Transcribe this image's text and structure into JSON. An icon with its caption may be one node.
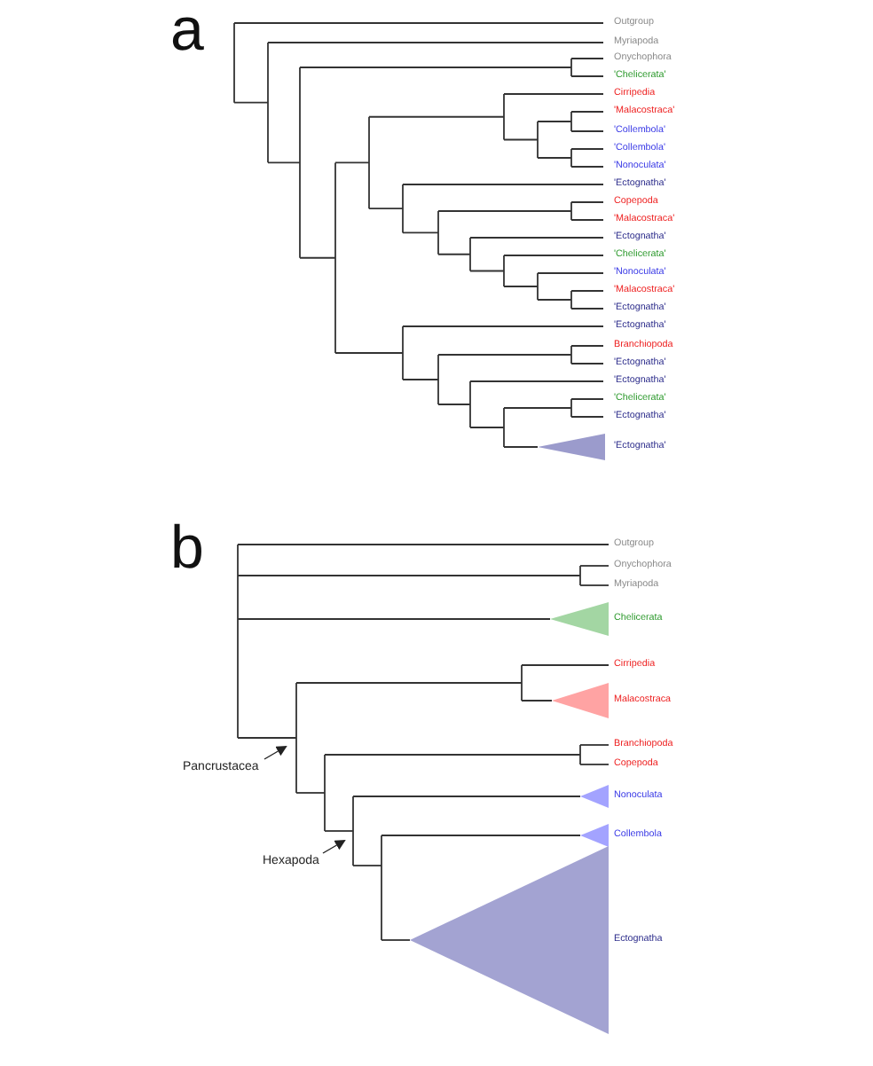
{
  "diagram": {
    "nodes": [
      {
        "text": [
          "Pancrustacea"
        ]
      },
      {
        "text": [
          "Hexapoda"
        ]
      }
    ],
    "edges": [
      {
        "from": 0,
        "to": null,
        "arrow": "to"
      },
      {
        "from": 1,
        "to": null,
        "arrow": "to"
      }
    ],
    "labels": [
      "a",
      "Outgroup",
      "Myriapoda",
      "Onychophora",
      "'Chelicerata'",
      "Cirripedia",
      "'Malacostraca'",
      "'Collembola'",
      "'Collembola'",
      "'Nonoculata'",
      "'Ectognatha'",
      "Copepoda",
      "'Malacostraca'",
      "'Ectognatha'",
      "'Chelicerata'",
      "'Nonoculata'",
      "'Malacostraca'",
      "'Ectognatha'",
      "'Ectognatha'",
      "Branchiopoda",
      "'Ectognatha'",
      "'Ectognatha'",
      "'Chelicerata'",
      "'Ectognatha'",
      "'Ectognatha'",
      "b",
      "Outgroup",
      "Onychophora",
      "Myriapoda",
      "Chelicerata",
      "Cirripedia",
      "Malacostraca",
      "Branchiopoda",
      "Copepoda",
      "Nonoculata",
      "Collembola",
      "Ectognatha"
    ]
  }
}
